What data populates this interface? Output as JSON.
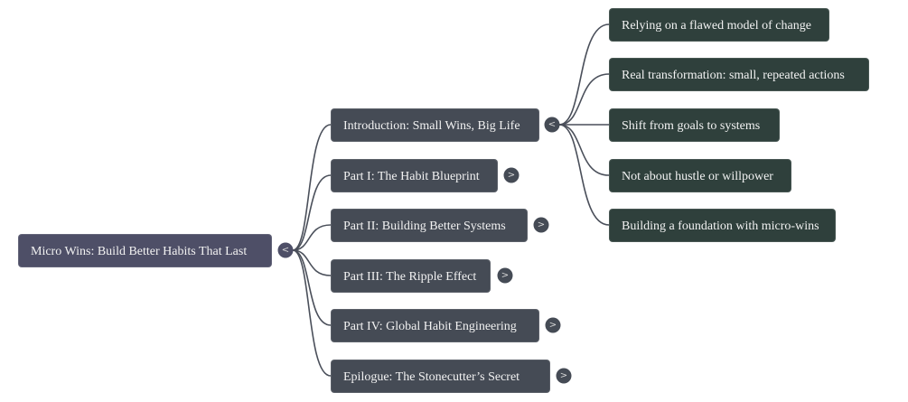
{
  "mindmap": {
    "root": {
      "label": "Micro Wins: Build Better Habits That Last",
      "toggle": "<",
      "expanded": true
    },
    "chapters": [
      {
        "label": "Introduction: Small Wins, Big Life",
        "toggle": "<",
        "expanded": true,
        "children": [
          "Relying on a flawed model of change",
          "Real transformation: small, repeated actions",
          "Shift from goals to systems",
          "Not about hustle or willpower",
          "Building a foundation with micro-wins"
        ]
      },
      {
        "label": "Part I: The Habit Blueprint",
        "toggle": ">",
        "expanded": false
      },
      {
        "label": "Part II: Building Better Systems",
        "toggle": ">",
        "expanded": false
      },
      {
        "label": "Part III: The Ripple Effect",
        "toggle": ">",
        "expanded": false
      },
      {
        "label": "Part IV: Global Habit Engineering",
        "toggle": ">",
        "expanded": false
      },
      {
        "label": "Epilogue: The Stonecutter’s Secret",
        "toggle": ">",
        "expanded": false
      }
    ]
  },
  "colors": {
    "root": "#4e4f67",
    "chapter": "#454b55",
    "leaf": "#2f403c",
    "link": "#4a4f5a"
  }
}
